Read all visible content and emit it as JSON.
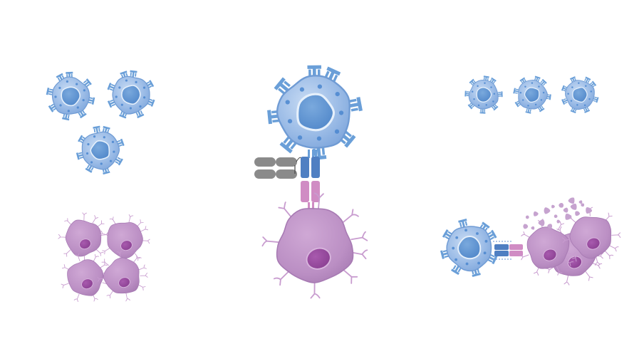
{
  "colors": {
    "background": "#ffffff",
    "t_cell_fill": "#93b7e4",
    "t_cell_rim": "#6f9bd4",
    "t_cell_nucleus": "#5f93d0",
    "t_cell_granule": "#4a86cf",
    "receptor": "#6a9fd8",
    "receptor_chain": "#4f7fc2",
    "tumor_fill": "#bf94c7",
    "tumor_rim": "#a77ab3",
    "tumor_nucleus": "#9a4c9f",
    "tumor_process": "#c89ccf",
    "antigen_chain": "#d08cc4",
    "ligand_grey": "#8a8a8a",
    "debris": "#c6a3cf"
  },
  "panels": [
    {
      "name": "resting-cells",
      "t_cell_count": 3,
      "tumor_cell_count": 4
    },
    {
      "name": "recognition",
      "t_cell_count": 1,
      "tumor_cell_count": 1
    },
    {
      "name": "killing",
      "t_cell_count": 4,
      "tumor_cell_count": 3
    }
  ]
}
